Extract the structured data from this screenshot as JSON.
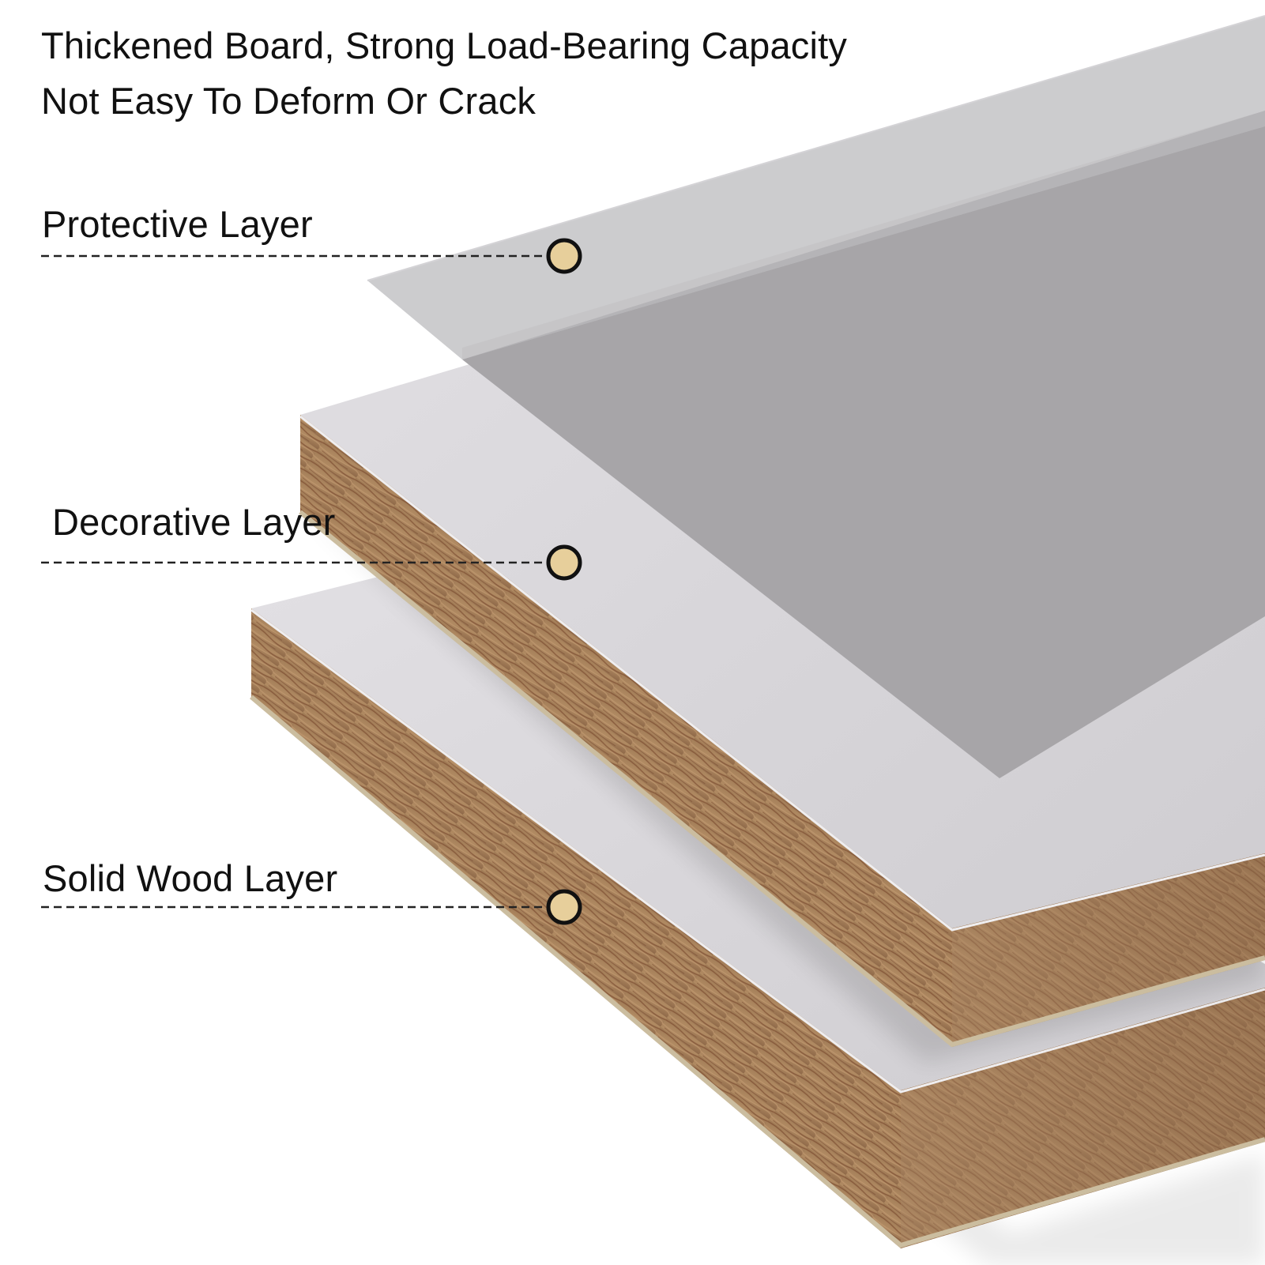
{
  "headline": {
    "line1": "Thickened Board, Strong Load-Bearing Capacity",
    "line2": "Not Easy To Deform Or Crack"
  },
  "layers": [
    {
      "label": "Protective Layer"
    },
    {
      "label": "Decorative Layer"
    },
    {
      "label": "Solid Wood Layer"
    }
  ],
  "colors": {
    "marker_fill": "#e7cf9b",
    "marker_stroke": "#111111",
    "board_surface": "#d8d6da",
    "inner_panel": "#a7a5a8",
    "wood_core": "#a9825a",
    "wood_grain": "#7d4e30",
    "overlay_sheet": "#b6b5b8"
  },
  "icons": [
    "callout-marker-icon"
  ]
}
